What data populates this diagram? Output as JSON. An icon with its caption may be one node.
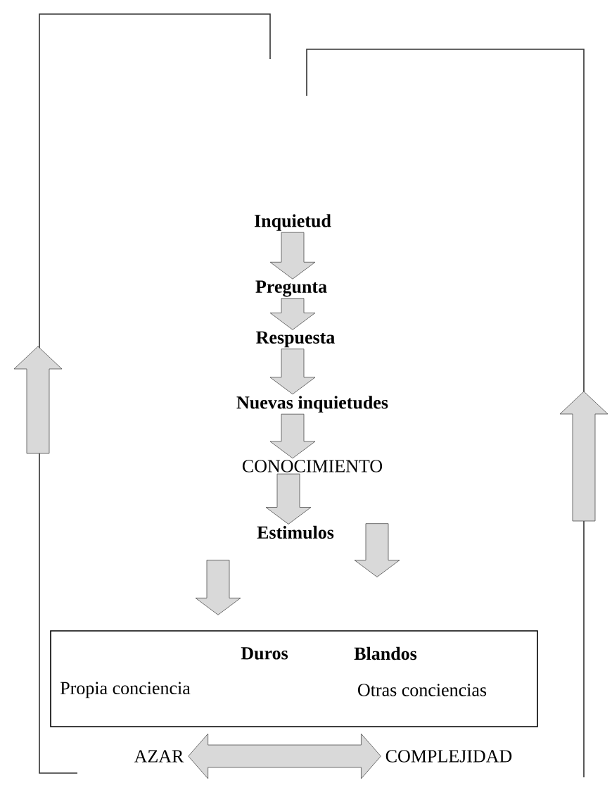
{
  "diagram": {
    "nodes": [
      {
        "text": [
          "Inquietud"
        ]
      },
      {
        "text": [
          "Pregunta"
        ]
      },
      {
        "text": [
          "Respuesta"
        ]
      },
      {
        "text": [
          "Nuevas inquietudes"
        ]
      },
      {
        "text": [
          "CONOCIMIENTO"
        ]
      },
      {
        "text": [
          "Estimulos"
        ]
      },
      {
        "text": [],
        "shape": "box"
      },
      {
        "text": [
          "Duros"
        ],
        "in": 6
      },
      {
        "text": [
          "Blandos"
        ],
        "in": 6
      },
      {
        "text": [
          "Propia conciencia"
        ],
        "in": 6
      },
      {
        "text": [
          "Otras conciencias"
        ],
        "in": 6
      },
      {
        "text": [
          "AZAR"
        ]
      },
      {
        "text": [
          "COMPLEJIDAD"
        ]
      }
    ],
    "edges": [
      {
        "from": 0,
        "to": 1,
        "arrow": "to"
      },
      {
        "from": 1,
        "to": 2,
        "arrow": "to"
      },
      {
        "from": 2,
        "to": 3,
        "arrow": "to"
      },
      {
        "from": 3,
        "to": 4,
        "arrow": "to"
      },
      {
        "from": 4,
        "to": 5,
        "arrow": "to"
      },
      {
        "from": 5,
        "to": 6,
        "arrow": "to"
      },
      {
        "from": 5,
        "to": 6,
        "arrow": "to"
      },
      {
        "from": 11,
        "to": 12,
        "arrow": "both"
      }
    ]
  }
}
